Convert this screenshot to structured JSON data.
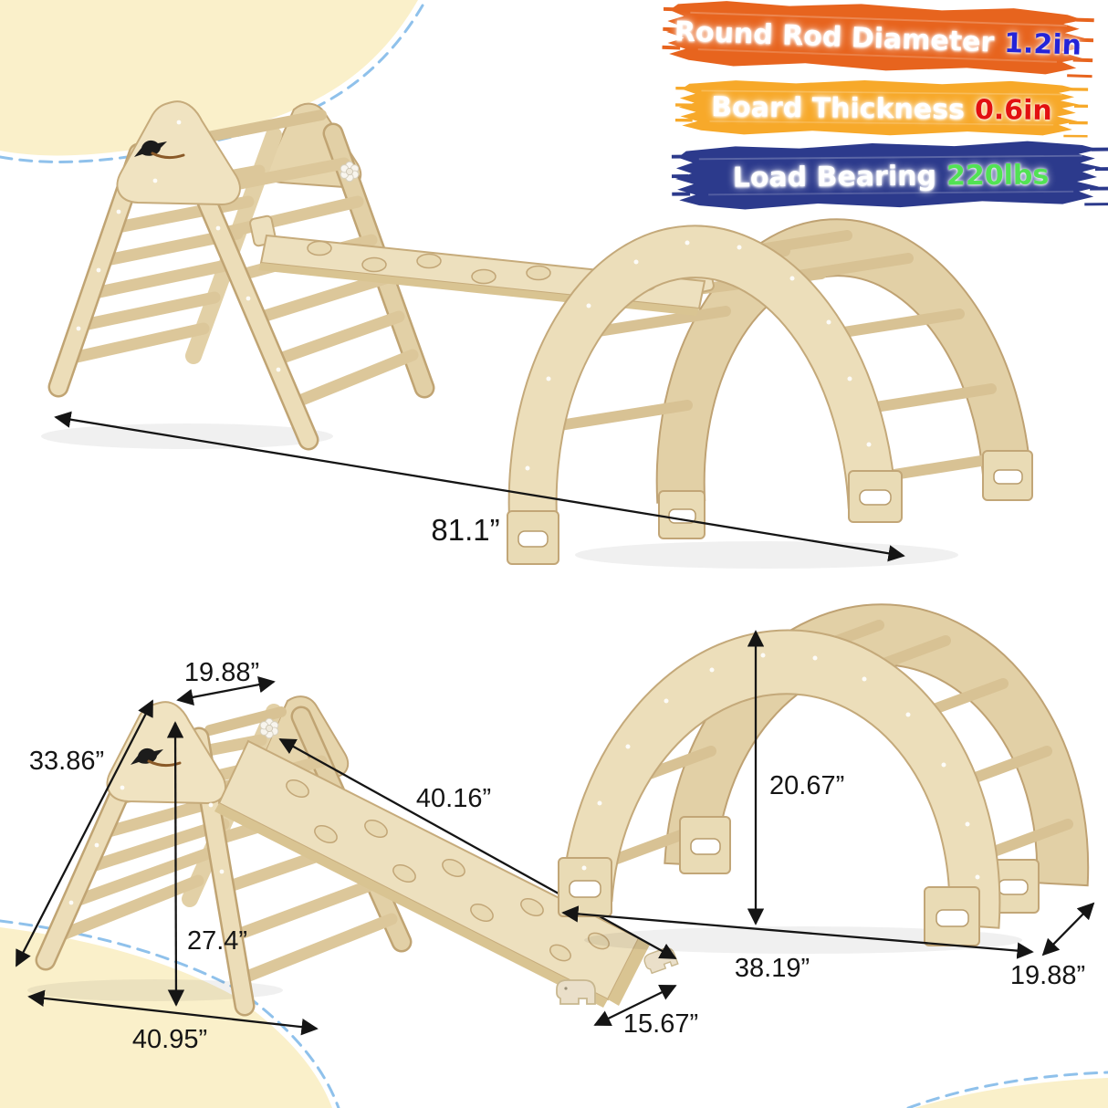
{
  "badges": [
    {
      "label": "Round Rod Diameter",
      "value": "1.2in"
    },
    {
      "label": "Board Thickness",
      "value": "0.6in"
    },
    {
      "label": "Load Bearing",
      "value": "220lbs"
    }
  ],
  "dims": {
    "overall": "81.1”",
    "tri_top_width": "19.88”",
    "tri_side": "33.86”",
    "ramp_length": "40.16”",
    "tri_inner_height": "27.4”",
    "tri_base": "40.95”",
    "slide_width": "15.67”",
    "arch_height": "20.67”",
    "arch_base": "38.19”",
    "arch_depth": "19.88”"
  },
  "colors": {
    "banner_orange": "#E7641E",
    "banner_yellow": "#F7A92A",
    "banner_blue": "#2C3A8C",
    "value_blue": "#2424D8",
    "value_red": "#E21010",
    "value_green": "#52E254",
    "wood": "#ECDDB8",
    "background_wave": "#FAF0CA",
    "wave_dash_blue": "#8FC1EB",
    "dimension_text": "#151515"
  }
}
